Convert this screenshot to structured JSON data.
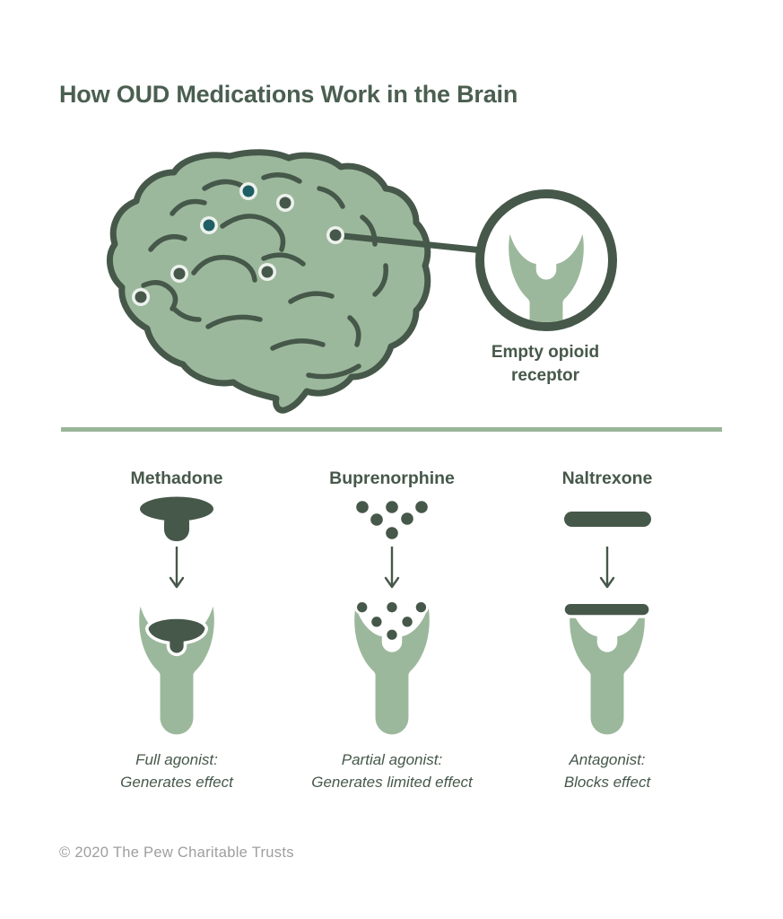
{
  "title": "How OUD Medications Work in the Brain",
  "hero": {
    "receptor_caption": "Empty opioid receptor"
  },
  "columns": [
    {
      "name": "Methadone",
      "mechanism": "full-agonist",
      "caption_line1": "Full agonist:",
      "caption_line2": "Generates effect"
    },
    {
      "name": "Buprenorphine",
      "mechanism": "partial-agonist",
      "caption_line1": "Partial agonist:",
      "caption_line2": "Generates limited effect"
    },
    {
      "name": "Naltrexone",
      "mechanism": "antagonist",
      "caption_line1": "Antagonist:",
      "caption_line2": "Blocks effect"
    }
  ],
  "footer": {
    "copyright": "© 2020 The Pew Charitable Trusts"
  },
  "icons": {
    "brain": "brain-illustration",
    "receptor_dots": "receptor-site-dots",
    "magnifier": "magnifier-circle-icon",
    "empty_receptor": "empty-opioid-receptor-icon",
    "methadone_molecule": "full-agonist-molecule-icon",
    "buprenorphine_molecules": "partial-agonist-molecules-icon",
    "naltrexone_blocker": "antagonist-blocker-bar-icon",
    "down_arrow": "down-arrow-icon",
    "receptor": "opioid-receptor-icon"
  },
  "colors": {
    "dark_green": "#46584A",
    "title_green": "#4A5F50",
    "sage_green": "#9CB89C",
    "teal_dot": "#1E5E64",
    "divider": "#9AB69A",
    "footer_gray": "#9E9E9E",
    "background": "#FFFFFF"
  }
}
